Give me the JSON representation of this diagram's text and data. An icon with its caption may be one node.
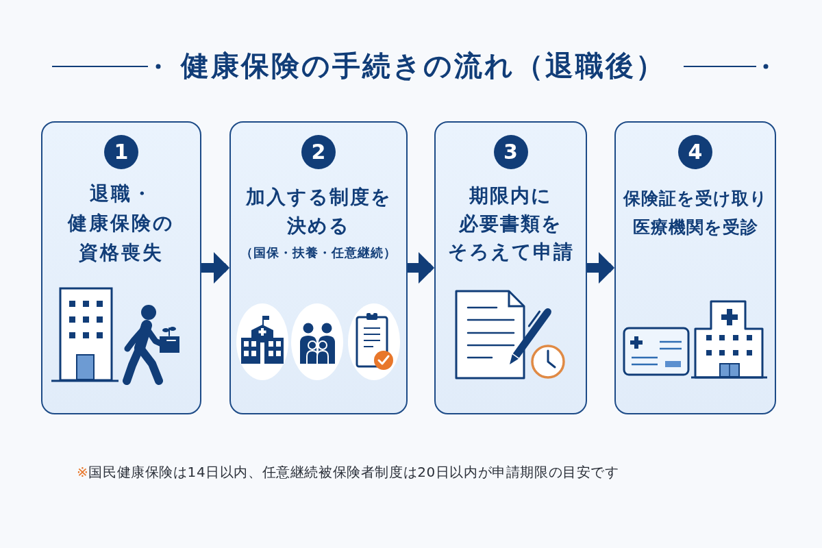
{
  "diagram": {
    "title": "健康保険の手続きの流れ（退職後）",
    "nodes": [
      {
        "text": [
          "1",
          "退職・健康保険の資格喪失"
        ]
      },
      {
        "text": [
          "2",
          "加入する制度を決める",
          "（国保・扶養・任意継続）"
        ]
      },
      {
        "text": [
          "3",
          "期限内に必要書類をそろえて申請"
        ]
      },
      {
        "text": [
          "4",
          "保険証を受け取り医療機関を受診"
        ]
      }
    ],
    "edges": [
      {
        "from": 0,
        "to": 1,
        "arrow": "to"
      },
      {
        "from": 1,
        "to": 2,
        "arrow": "to"
      },
      {
        "from": 2,
        "to": 3,
        "arrow": "to"
      }
    ],
    "caption": "※国民健康保険は14日以内、任意継続被保険者制度は20日以内が申請期限の目安です"
  }
}
